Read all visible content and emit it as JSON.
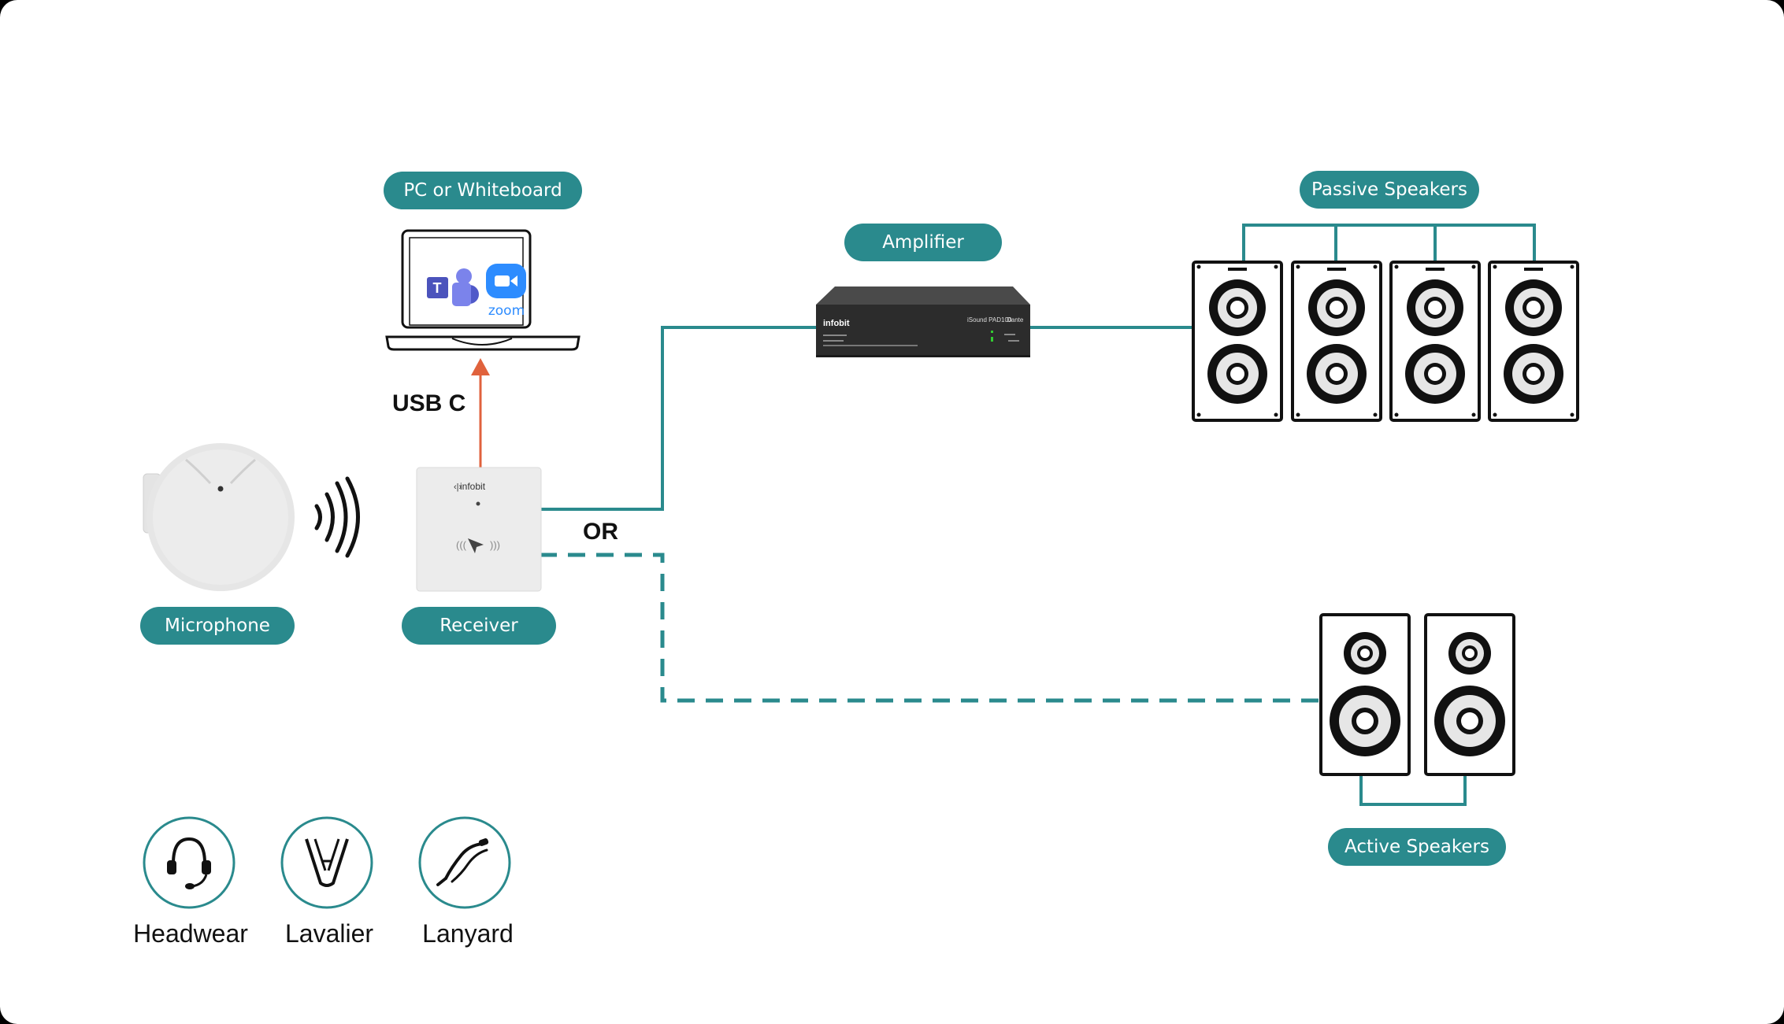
{
  "labels": {
    "pc": "PC or Whiteboard",
    "amplifier": "Amplifier",
    "passive": "Passive Speakers",
    "microphone": "Microphone",
    "receiver": "Receiver",
    "active": "Active Speakers"
  },
  "connections": {
    "usb": "USB C",
    "or": "OR"
  },
  "accessories": [
    {
      "label": "Headwear",
      "icon": "headset-icon"
    },
    {
      "label": "Lavalier",
      "icon": "lavalier-icon"
    },
    {
      "label": "Lanyard",
      "icon": "lanyard-icon"
    }
  ],
  "devices": {
    "receiver_brand": "infobit",
    "amp_brand": "infobit",
    "amp_model": "iSound PAD100",
    "amp_dante": "Dante",
    "app_zoom": "zoom"
  },
  "colors": {
    "accent": "#2a8a8d",
    "usb_arrow": "#e0623c",
    "background": "#ffffff"
  }
}
